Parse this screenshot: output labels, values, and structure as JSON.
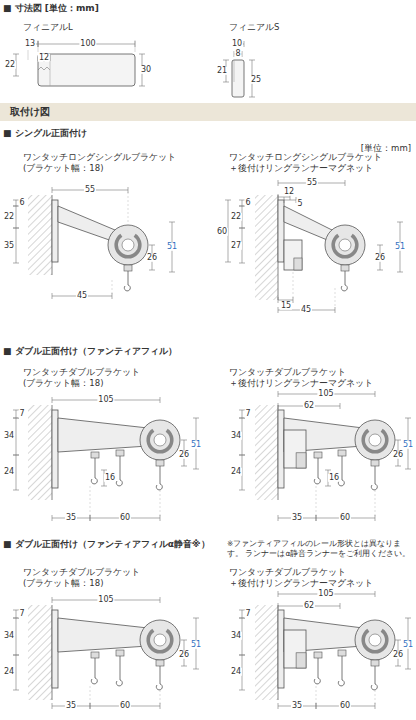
{
  "diagram": {
    "nodes": [
      {
        "text": [
          "取付け図"
        ]
      }
    ],
    "labels": [
      "■ 寸法図 [単位：mm]",
      "フィニアルL",
      "13",
      "100",
      "12",
      "22",
      "30",
      "フィニアルS",
      "10",
      "8",
      "21",
      "25",
      "■ シングル正面付け",
      "[単位：mm]",
      "ワンタッチロングシングルブラケット",
      "(ブラケット幅：18)",
      "55",
      "6",
      "22",
      "35",
      "51",
      "26",
      "45",
      "ワンタッチロングシングルブラケット",
      "＋後付けリングランナーマグネット",
      "55",
      "12",
      "5",
      "6",
      "22",
      "60",
      "27",
      "51",
      "26",
      "15",
      "45",
      "■ ダブル正面付け（ファンティアフィル）",
      "ワンタッチダブルブラケット",
      "(ブラケット幅：18)",
      "105",
      "7",
      "34",
      "24",
      "16",
      "51",
      "26",
      "35",
      "60",
      "ワンタッチダブルブラケット",
      "＋後付けリングランナーマグネット",
      "105",
      "62",
      "7",
      "34",
      "24",
      "16",
      "51",
      "26",
      "35",
      "60",
      "■ ダブル正面付け（ファンティアフィルα静音※）",
      "※ファンティアフィルのレール形状とは異なります。 ランナーはα静音ランナーをご利用ください。",
      "ワンタッチダブルブラケット",
      "(ブラケット幅：18)",
      "105",
      "7",
      "34",
      "24",
      "51",
      "26",
      "35",
      "60",
      "ワンタッチダブルブラケット",
      "＋後付けリングランナーマグネット",
      "105",
      "62",
      "7",
      "34",
      "24",
      "51",
      "26",
      "35",
      "60"
    ]
  }
}
